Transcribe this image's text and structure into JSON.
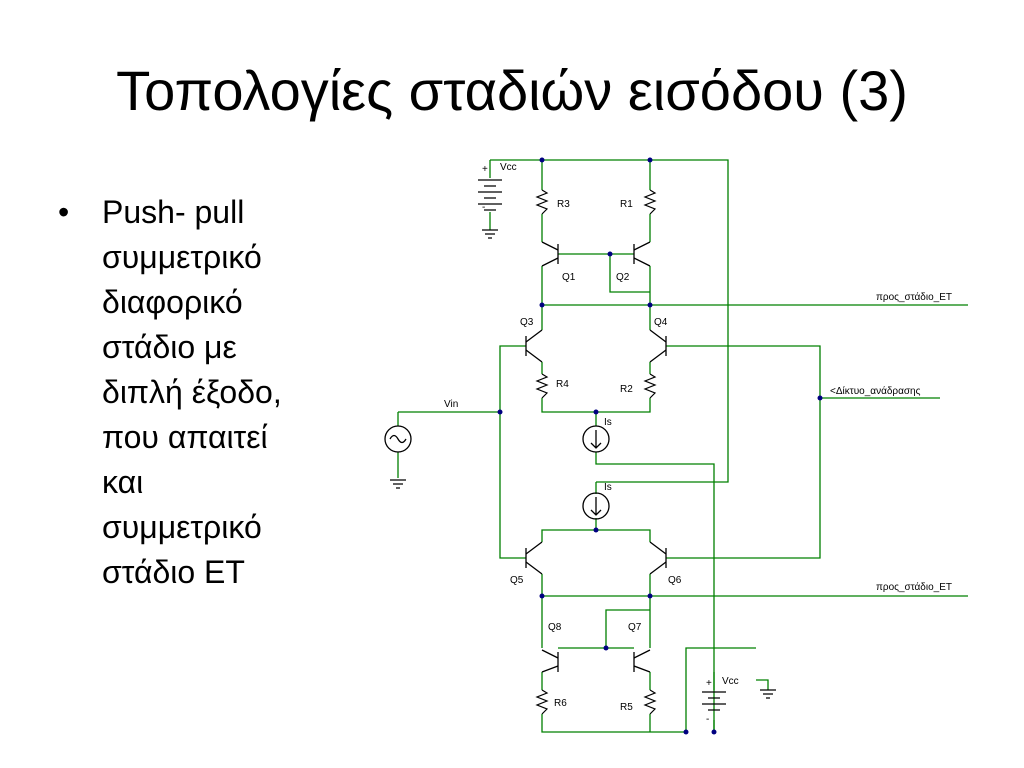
{
  "title": "Τοπολογίες σταδιών εισόδου (3)",
  "bullet": {
    "marker": "•",
    "lines": [
      "Push- pull",
      "συμμετρικό",
      "διαφορικό",
      "στάδιο με",
      "διπλή έξοδο,",
      "που απαιτεί",
      "και",
      "συμμετρικό",
      "στάδιο ΕΤ"
    ]
  },
  "schematic": {
    "wire_color": "#008000",
    "labels": {
      "vcc_top": "Vcc",
      "vcc_bottom": "Vcc",
      "plus_top": "+",
      "minus_top": "-",
      "plus_bottom": "+",
      "minus_bottom": "-",
      "r3": "R3",
      "r1": "R1",
      "q1": "Q1",
      "q2": "Q2",
      "q3": "Q3",
      "q4": "Q4",
      "r4": "R4",
      "r2": "R2",
      "vin": "Vin",
      "is_top": "Is",
      "is_bottom": "Is",
      "q5": "Q5",
      "q6": "Q6",
      "q8": "Q8",
      "q7": "Q7",
      "r6": "R6",
      "r5": "R5",
      "out_top": "προς_στάδιο_ΕΤ",
      "feedback": "<Δίκτυο_ανάδρασης",
      "out_bottom": "προς_στάδιο_ΕΤ"
    }
  }
}
